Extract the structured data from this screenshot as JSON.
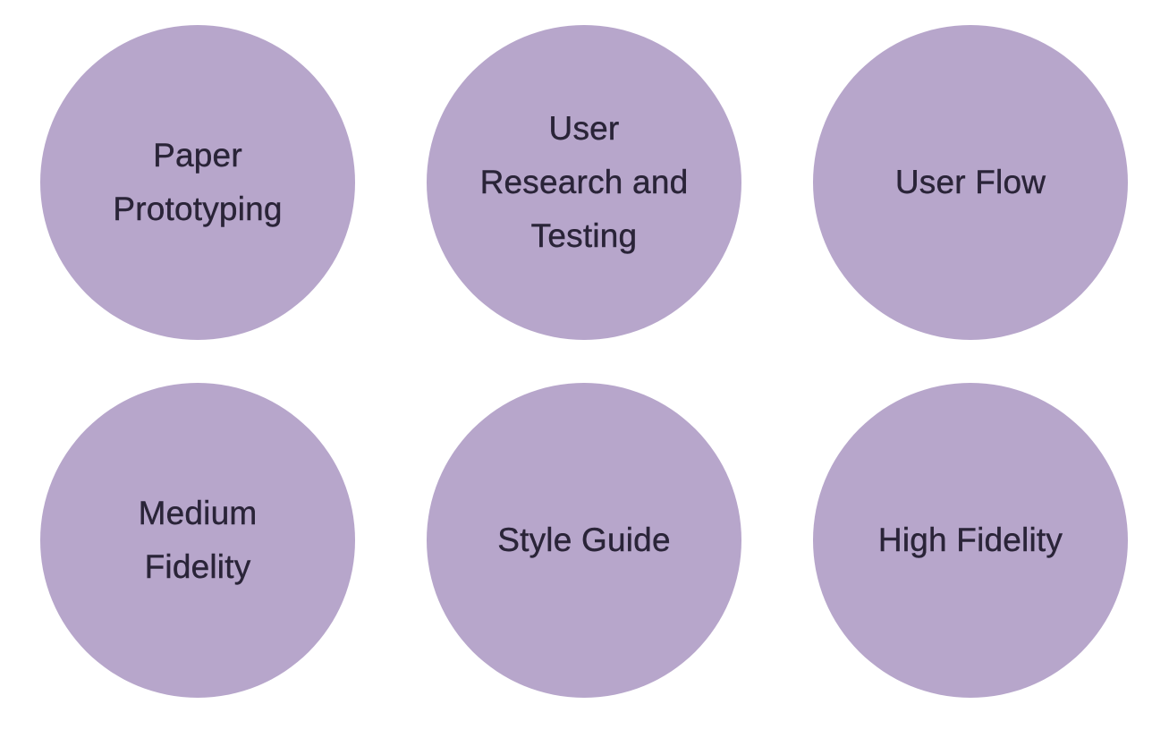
{
  "diagram": {
    "nodes": [
      {
        "label": "Paper Prototyping"
      },
      {
        "label": "User Research and Testing"
      },
      {
        "label": "User Flow"
      },
      {
        "label": "Medium Fidelity"
      },
      {
        "label": "Style Guide"
      },
      {
        "label": "High Fidelity"
      }
    ]
  },
  "colors": {
    "circle_fill": "#b7a6cb",
    "text": "#2a2438",
    "background": "#ffffff"
  }
}
